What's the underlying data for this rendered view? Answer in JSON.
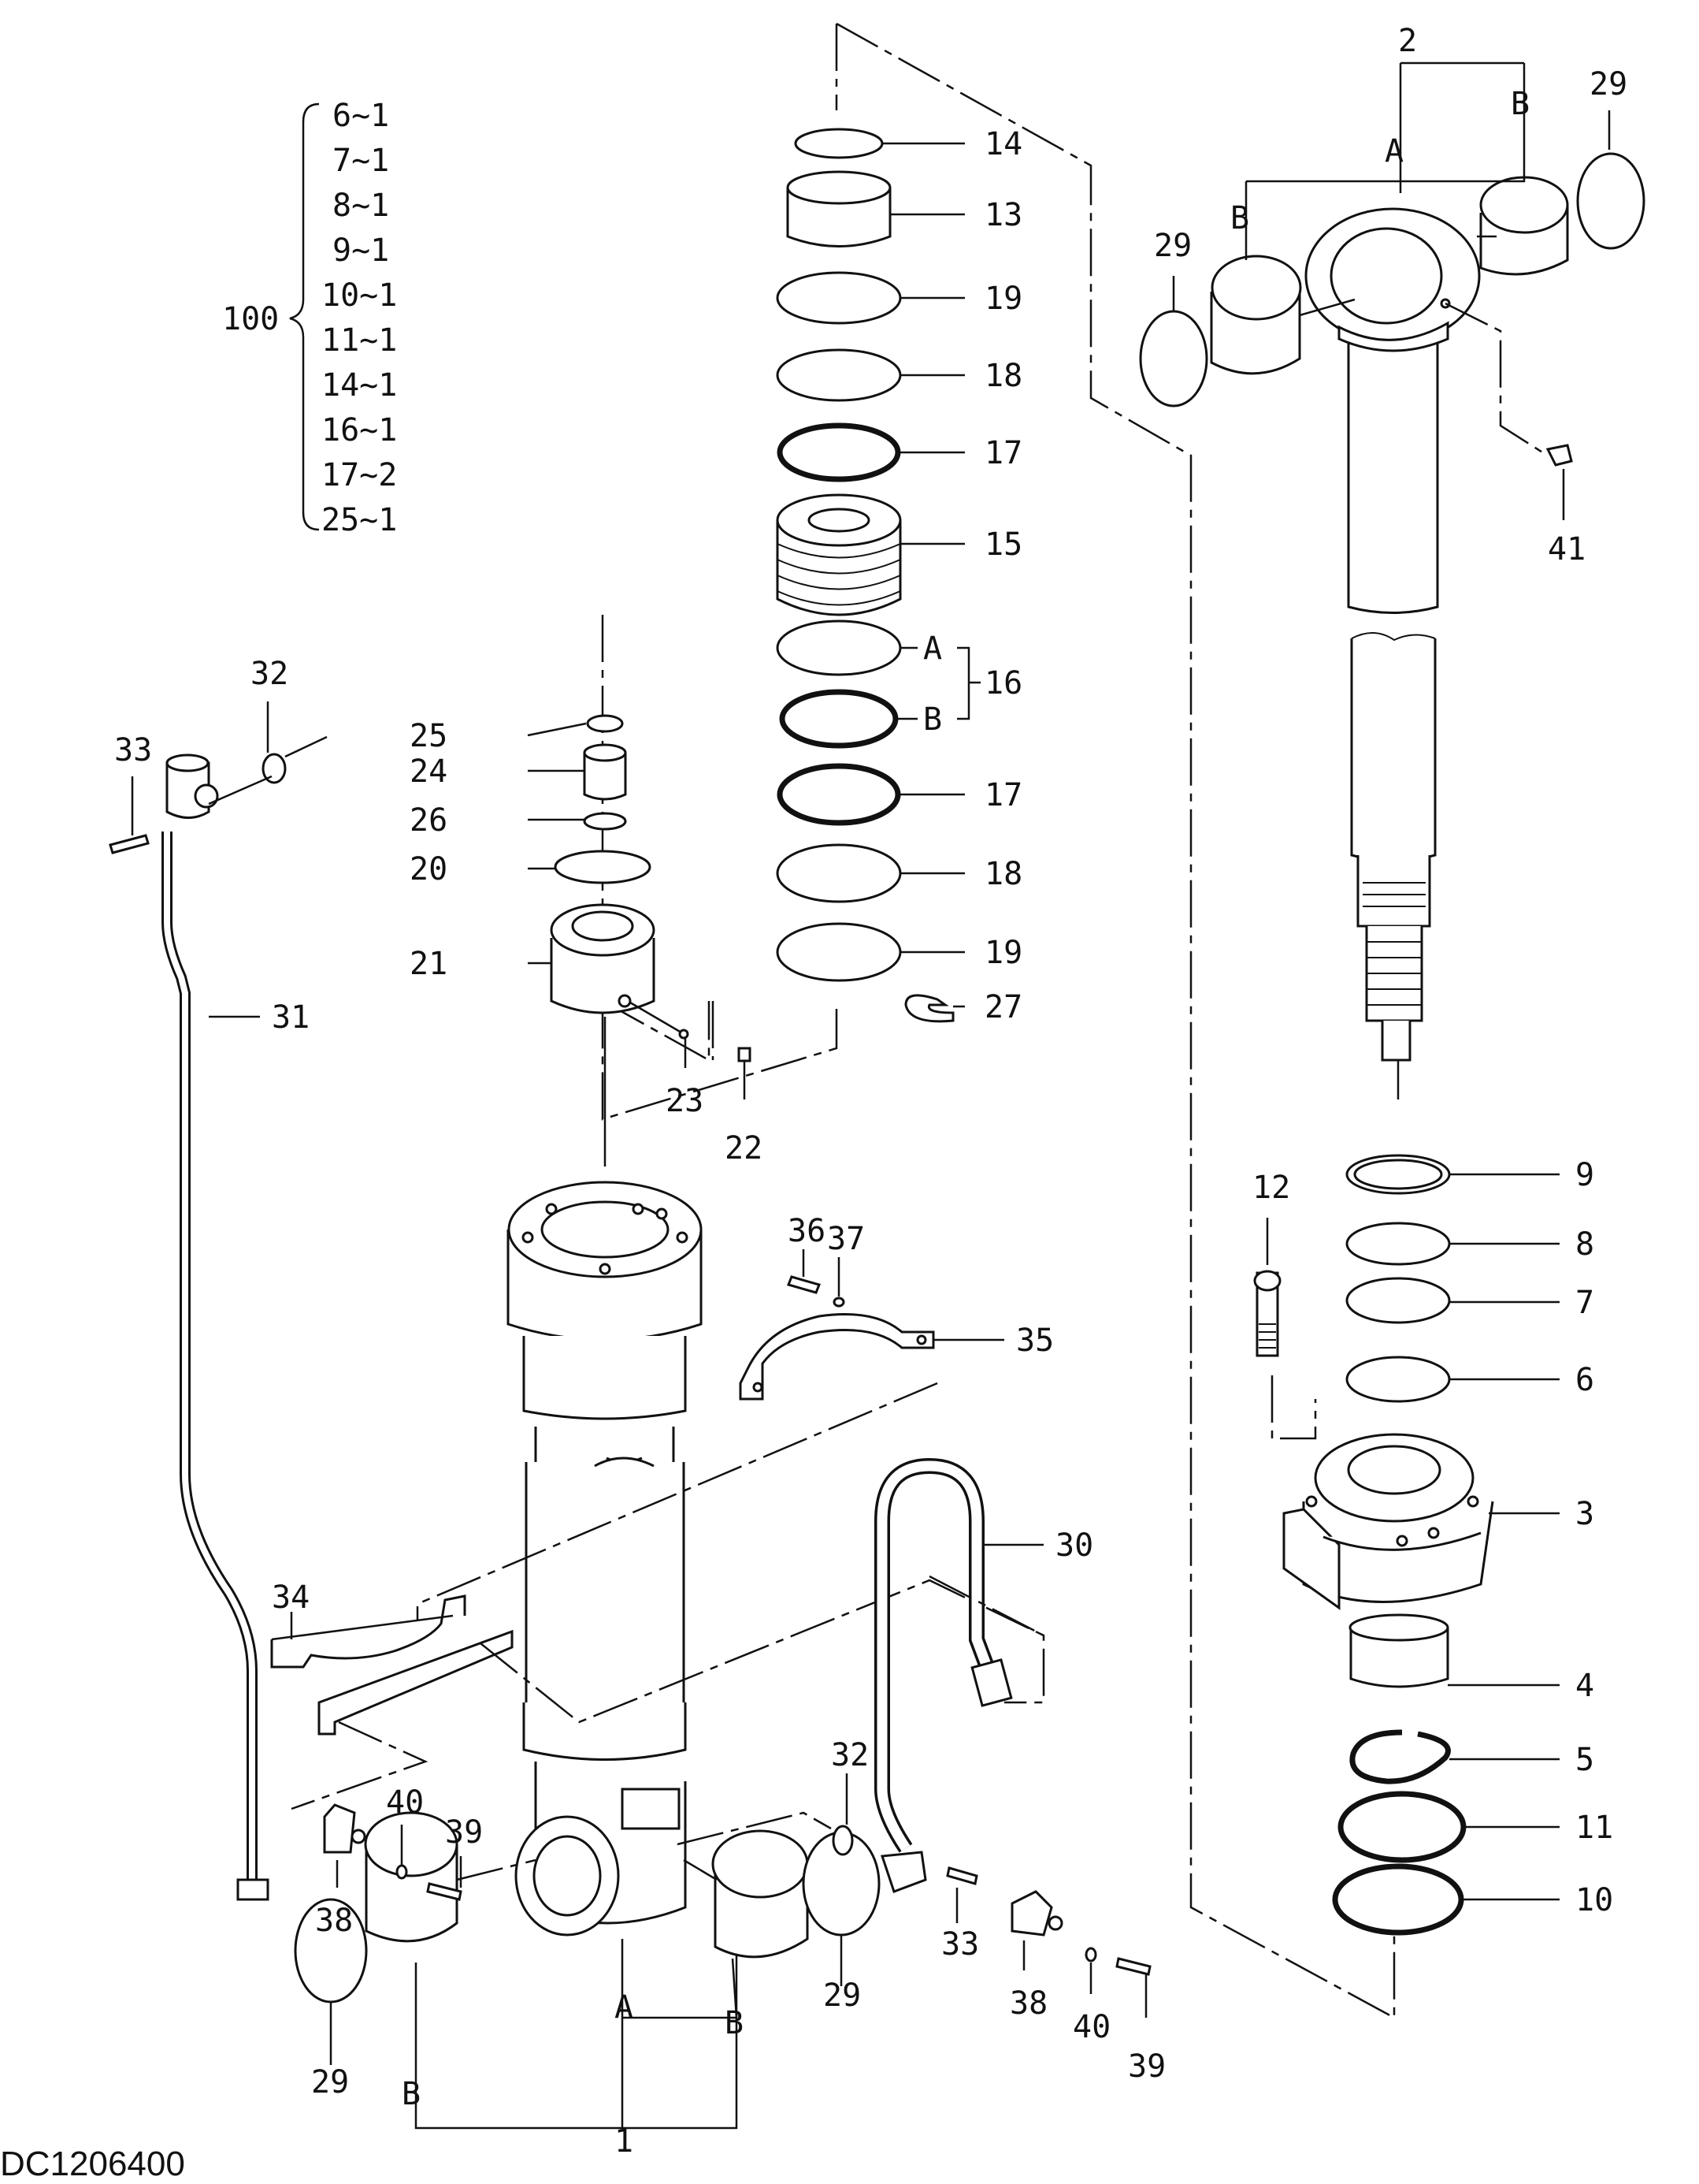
{
  "drawing_code": "DC1206400",
  "kit": {
    "number": "100",
    "items": [
      "6~1",
      "7~1",
      "8~1",
      "9~1",
      "10~1",
      "11~1",
      "14~1",
      "16~1",
      "17~2",
      "25~1"
    ]
  },
  "part_labels": {
    "p1": "1",
    "p2": "2",
    "p3": "3",
    "p4": "4",
    "p5": "5",
    "p6": "6",
    "p7": "7",
    "p8": "8",
    "p9": "9",
    "p10": "10",
    "p11": "11",
    "p12": "12",
    "p13": "13",
    "p14": "14",
    "p15": "15",
    "p16": "16",
    "p17a": "17",
    "p17b": "17",
    "p18a": "18",
    "p18b": "18",
    "p19a": "19",
    "p19b": "19",
    "p20": "20",
    "p21": "21",
    "p22": "22",
    "p23": "23",
    "p24": "24",
    "p25": "25",
    "p26": "26",
    "p27": "27",
    "p29a": "29",
    "p29b": "29",
    "p29c": "29",
    "p29d": "29",
    "p30": "30",
    "p31": "31",
    "p32a": "32",
    "p32b": "32",
    "p33a": "33",
    "p33b": "33",
    "p34": "34",
    "p35": "35",
    "p36": "36",
    "p37": "37",
    "p38a": "38",
    "p38b": "38",
    "p39a": "39",
    "p39b": "39",
    "p40a": "40",
    "p40b": "40",
    "p41": "41"
  },
  "sub_labels": {
    "a16": "A",
    "b16": "B",
    "a_rod": "A",
    "b_rod_left": "B",
    "b_rod_right": "B",
    "a_cyl": "A",
    "b_cyl_left": "B",
    "b_cyl_right": "B"
  }
}
